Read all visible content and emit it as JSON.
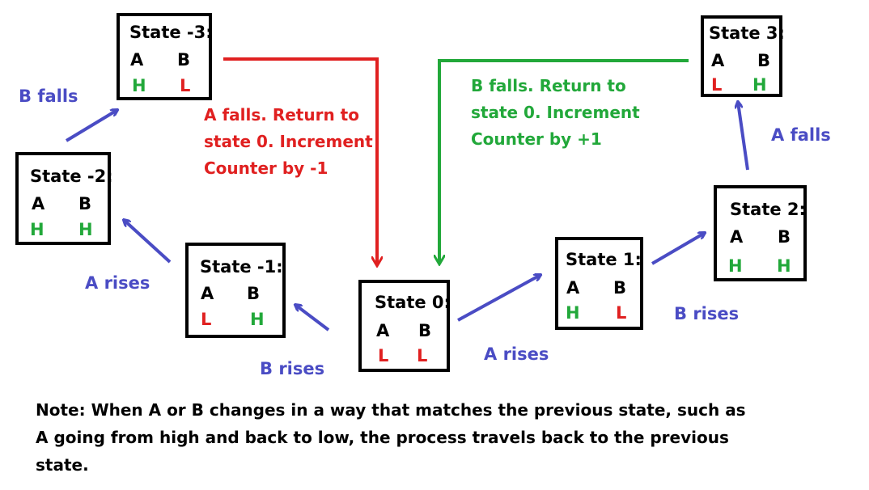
{
  "colors": {
    "blue": "#4a4cc4",
    "red": "#e02020",
    "green": "#22a83a",
    "black": "#000000"
  },
  "states": {
    "s_neg3": {
      "title": "State -3:",
      "a_label": "A",
      "b_label": "B",
      "a_val": "H",
      "b_val": "L"
    },
    "s_neg2": {
      "title": "State -2:",
      "a_label": "A",
      "b_label": "B",
      "a_val": "H",
      "b_val": "H"
    },
    "s_neg1": {
      "title": "State -1:",
      "a_label": "A",
      "b_label": "B",
      "a_val": "L",
      "b_val": "H"
    },
    "s_0": {
      "title": "State 0:",
      "a_label": "A",
      "b_label": "B",
      "a_val": "L",
      "b_val": "L"
    },
    "s_1": {
      "title": "State 1:",
      "a_label": "A",
      "b_label": "B",
      "a_val": "H",
      "b_val": "L"
    },
    "s_2": {
      "title": "State 2:",
      "a_label": "A",
      "b_label": "B",
      "a_val": "H",
      "b_val": "H"
    },
    "s_3": {
      "title": "State 3:",
      "a_label": "A",
      "b_label": "B",
      "a_val": "L",
      "b_val": "H"
    }
  },
  "transitions": {
    "b_falls_left": "B falls",
    "a_rises_left": "A rises",
    "b_rises_left": "B rises",
    "a_rises_right": "A rises",
    "b_rises_right": "B rises",
    "a_falls_right": "A falls"
  },
  "returns": {
    "red": [
      "A falls. Return to",
      "state 0. Increment",
      "Counter by -1"
    ],
    "green": [
      "B falls. Return to",
      "state 0. Increment",
      "Counter by +1"
    ]
  },
  "note": {
    "lines": [
      "Note:   When A or B changes in a way that matches the previous state, such as",
      "A going from high and back to low, the process travels back to the previous",
      "state."
    ]
  }
}
